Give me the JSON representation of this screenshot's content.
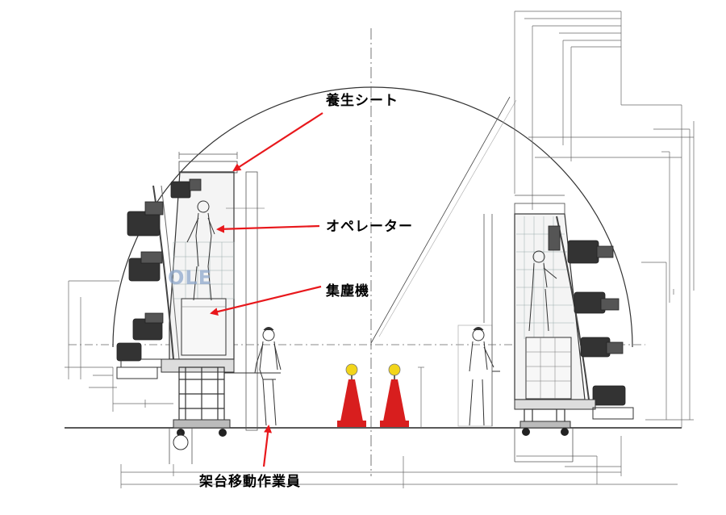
{
  "callouts": {
    "protection_sheet": "養生シート",
    "operator": "オペレーター",
    "dust_collector": "集塵機",
    "worker": "架台移動作業員"
  },
  "watermark": "OLE",
  "colors": {
    "arrow": "#e8181c",
    "line": "#333333",
    "dim": "#666666",
    "cone_red": "#d81e1e",
    "cone_yellow": "#f2d51a"
  },
  "icons": [
    "arrow-icon",
    "traffic-cone-icon",
    "worker-figure-icon",
    "operator-figure-icon",
    "robot-arm-icon"
  ]
}
